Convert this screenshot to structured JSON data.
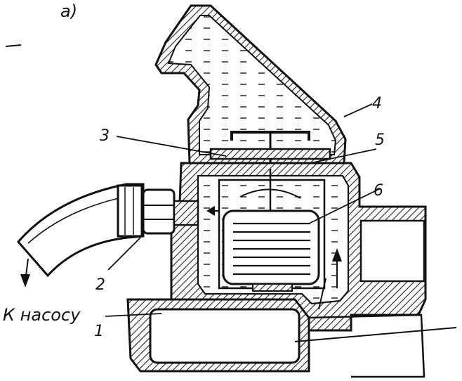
{
  "figure": {
    "panel_label": "а)",
    "callouts": [
      "1",
      "2",
      "3",
      "4",
      "5",
      "6"
    ],
    "pump_caption": "К насосу"
  },
  "colors": {
    "ink": "#111111",
    "paper": "#ffffff",
    "hatch": "#222222"
  }
}
